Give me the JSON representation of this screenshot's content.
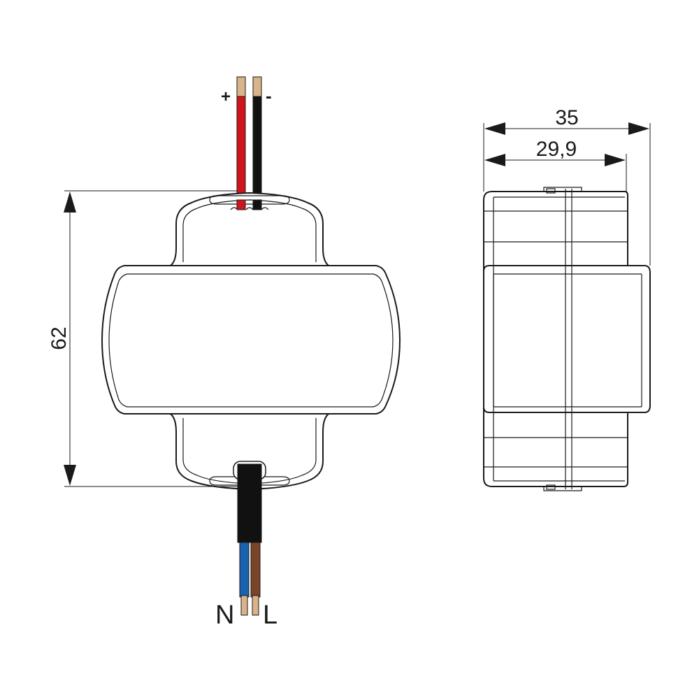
{
  "front_view": {
    "height_dimension": "62",
    "output_wires": {
      "positive_label": "+",
      "negative_label": "-",
      "positive_color": "#d0141c",
      "negative_color": "#111111"
    },
    "input_wires": {
      "neutral_label": "N",
      "live_label": "L",
      "neutral_color": "#1a62b0",
      "live_color": "#7a4426",
      "sheath_color": "#111111"
    },
    "conductor_color": "#d9b48a"
  },
  "side_view": {
    "width_overall": "35",
    "width_body": "29,9"
  }
}
